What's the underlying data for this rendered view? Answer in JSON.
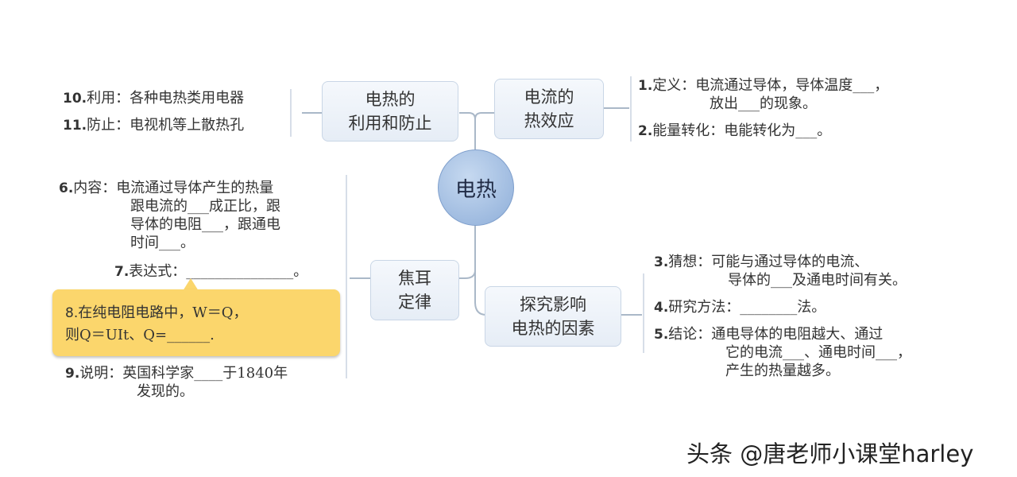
{
  "center": {
    "label": "电热"
  },
  "nodes": {
    "use": {
      "line1": "电热的",
      "line2": "利用和防止"
    },
    "effect": {
      "line1": "电流的",
      "line2": "热效应"
    },
    "joule": {
      "line1": "焦耳",
      "line2": "定律"
    },
    "explore": {
      "line1": "探究影响",
      "line2": "电热的因素"
    }
  },
  "items": {
    "i10": {
      "num": "10.",
      "text": "利用：各种电热类用电器"
    },
    "i11": {
      "num": "11.",
      "text": "防止：电视机等上散热孔"
    },
    "i1a": {
      "num": "1.",
      "text": "定义：电流通过导体，导体温度___，"
    },
    "i1b": {
      "text": "放出___的现象。"
    },
    "i2": {
      "num": "2.",
      "text": "能量转化：电能转化为___。"
    },
    "i6a": {
      "num": "6.",
      "text": "内容：电流通过导体产生的热量"
    },
    "i6b": {
      "text": "跟电流的___成正比，跟"
    },
    "i6c": {
      "text": "导体的电阻___，跟通电"
    },
    "i6d": {
      "text": "时间___。"
    },
    "i7": {
      "num": "7.",
      "text": "表达式：_______________。"
    },
    "i8a": {
      "num": "8.",
      "text": "在纯电阻电路中，W＝Q，"
    },
    "i8b": {
      "text": "则Q＝UIt、Q=______."
    },
    "i9a": {
      "num": "9.",
      "text": "说明：英国科学家____于1840年"
    },
    "i9b": {
      "text": "发现的。"
    },
    "i3a": {
      "num": "3.",
      "text": "猜想：可能与通过导体的电流、"
    },
    "i3b": {
      "text": "导体的___及通电时间有关。"
    },
    "i4": {
      "num": "4.",
      "text": "研究方法：________法。"
    },
    "i5a": {
      "num": "5.",
      "text": "结论：通电导体的电阻越大、通过"
    },
    "i5b": {
      "text": "它的电流___、通电时间___，"
    },
    "i5c": {
      "text": "产生的热量越多。"
    }
  },
  "watermark": "头条 @唐老师小课堂harley"
}
